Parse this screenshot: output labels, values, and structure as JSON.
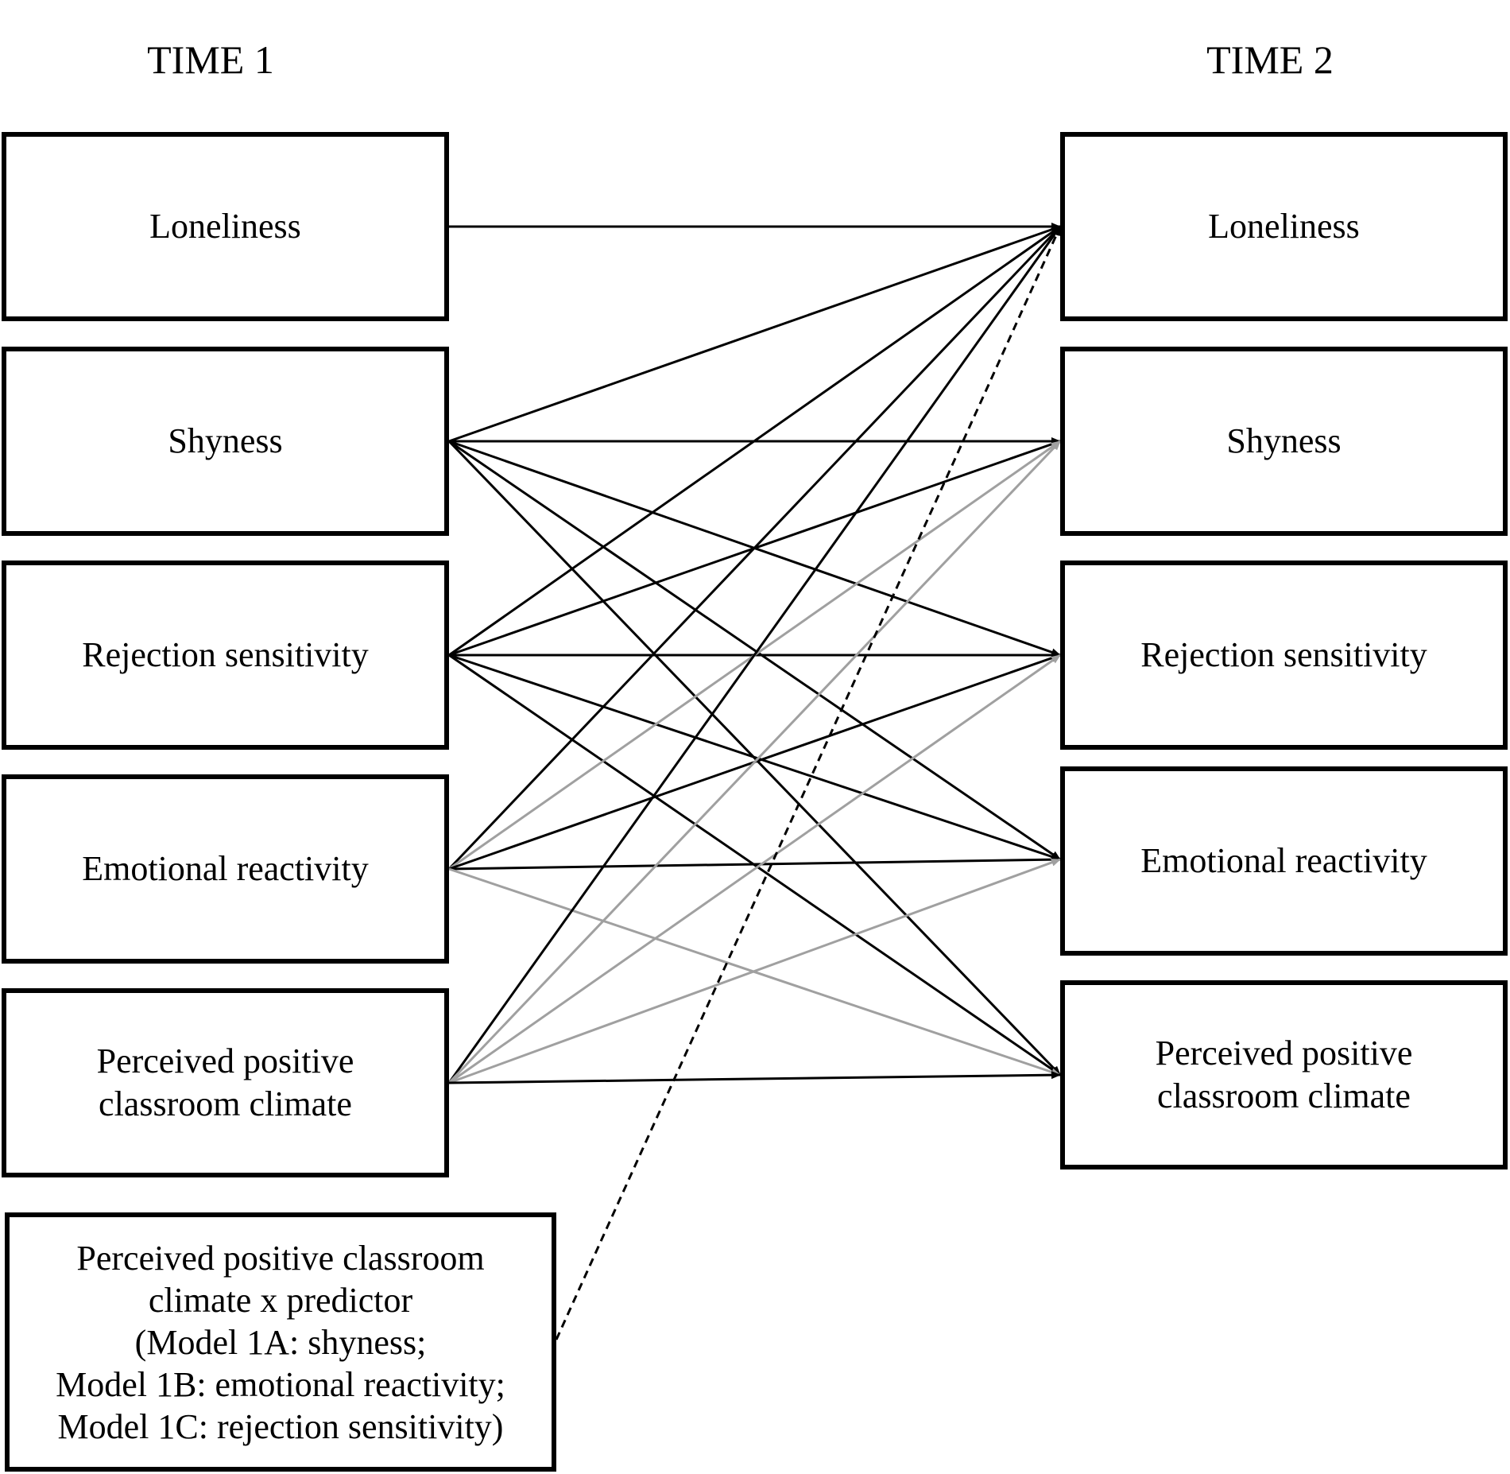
{
  "headers": {
    "time1": "TIME 1",
    "time2": "TIME 2"
  },
  "time1_boxes": [
    {
      "id": "loneliness",
      "label": "Loneliness"
    },
    {
      "id": "shyness",
      "label": "Shyness"
    },
    {
      "id": "rejection",
      "label": "Rejection sensitivity"
    },
    {
      "id": "emotional",
      "label": "Emotional reactivity"
    },
    {
      "id": "climate",
      "label": "Perceived positive classroom climate"
    }
  ],
  "time2_boxes": [
    {
      "id": "loneliness",
      "label": "Loneliness"
    },
    {
      "id": "shyness",
      "label": "Shyness"
    },
    {
      "id": "rejection",
      "label": "Rejection sensitivity"
    },
    {
      "id": "emotional",
      "label": "Emotional reactivity"
    },
    {
      "id": "climate",
      "label": "Perceived positive classroom climate"
    }
  ],
  "interaction_box": {
    "lines": [
      "Perceived positive classroom",
      "climate x predictor",
      "(Model 1A: shyness;",
      "Model 1B: emotional reactivity;",
      "Model 1C: rejection sensitivity)"
    ]
  },
  "colors": {
    "black": "#000000",
    "gray": "#a0a0a0"
  },
  "paths": [
    {
      "from": "loneliness",
      "to": "loneliness",
      "style": "black"
    },
    {
      "from": "shyness",
      "to": "loneliness",
      "style": "black"
    },
    {
      "from": "shyness",
      "to": "shyness",
      "style": "black"
    },
    {
      "from": "shyness",
      "to": "rejection",
      "style": "black"
    },
    {
      "from": "shyness",
      "to": "emotional",
      "style": "black"
    },
    {
      "from": "shyness",
      "to": "climate",
      "style": "black"
    },
    {
      "from": "rejection",
      "to": "loneliness",
      "style": "black"
    },
    {
      "from": "rejection",
      "to": "shyness",
      "style": "black"
    },
    {
      "from": "rejection",
      "to": "rejection",
      "style": "black"
    },
    {
      "from": "rejection",
      "to": "emotional",
      "style": "black"
    },
    {
      "from": "rejection",
      "to": "climate",
      "style": "black"
    },
    {
      "from": "emotional",
      "to": "loneliness",
      "style": "black"
    },
    {
      "from": "emotional",
      "to": "shyness",
      "style": "gray"
    },
    {
      "from": "emotional",
      "to": "rejection",
      "style": "black"
    },
    {
      "from": "emotional",
      "to": "emotional",
      "style": "black"
    },
    {
      "from": "emotional",
      "to": "climate",
      "style": "gray"
    },
    {
      "from": "climate",
      "to": "loneliness",
      "style": "black"
    },
    {
      "from": "climate",
      "to": "shyness",
      "style": "gray"
    },
    {
      "from": "climate",
      "to": "rejection",
      "style": "gray"
    },
    {
      "from": "climate",
      "to": "emotional",
      "style": "gray"
    },
    {
      "from": "climate",
      "to": "climate",
      "style": "black"
    },
    {
      "from": "interaction",
      "to": "loneliness",
      "style": "dashed"
    }
  ]
}
